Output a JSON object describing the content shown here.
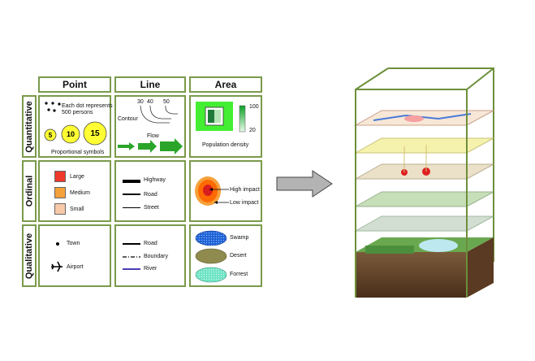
{
  "columns": {
    "point": "Point",
    "line": "Line",
    "area": "Area"
  },
  "rows": {
    "quantitative": "Quantitative",
    "ordinal": "Ordinal",
    "qualitative": "Qualitative"
  },
  "quant_point": {
    "dots_line1": "Each dot represents",
    "dots_line2": "500 persons",
    "circle_values": [
      "5",
      "10",
      "15"
    ],
    "caption": "Proportional symbols"
  },
  "quant_line": {
    "contour_values": [
      "30",
      "40",
      "50"
    ],
    "contour_label": "Contour",
    "flow_label": "Flow"
  },
  "quant_area": {
    "legend_max": "100",
    "legend_min": "20",
    "caption": "Population density"
  },
  "ord_point": {
    "items": [
      "Large",
      "Medium",
      "Small"
    ]
  },
  "ord_line": {
    "items": [
      "Highway",
      "Road",
      "Street"
    ]
  },
  "ord_area": {
    "high": "High impact",
    "low": "Low impact"
  },
  "qual_point": {
    "items": [
      "Town",
      "Airport"
    ]
  },
  "qual_line": {
    "items": [
      "Road",
      "Boundary",
      "River"
    ]
  },
  "qual_area": {
    "items": [
      "Swamp",
      "Desert",
      "Forrest"
    ]
  },
  "colors": {
    "frame": "#7a9a4a",
    "flow": "#2aa52a",
    "yellow": "#ffff33",
    "large": "#ee3a2a",
    "medium": "#f5a13a",
    "small": "#f7c9a7",
    "swamp": "#1f63d6",
    "desert": "#8f8b4e",
    "forrest": "#6fe4c6",
    "density_bg": "#44ee33"
  }
}
